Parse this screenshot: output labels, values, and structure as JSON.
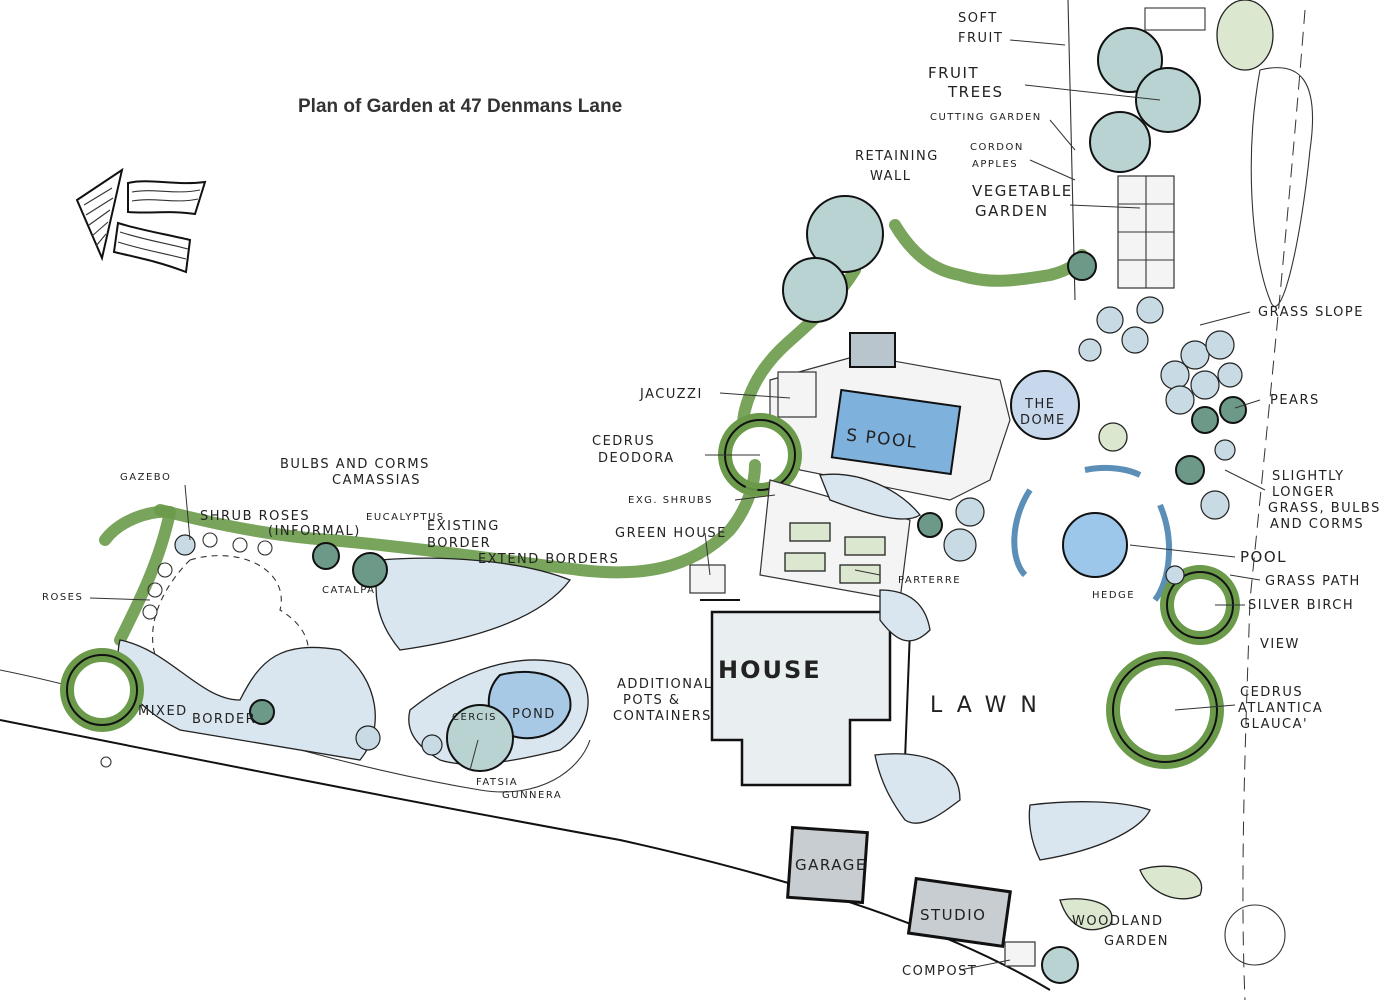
{
  "title": "Plan of Garden at 47 Denmans Lane",
  "labels": {
    "soft_fruit_1": "SOFT",
    "soft_fruit_2": "FRUIT",
    "fruit_trees_1": "FRUIT",
    "fruit_trees_2": "TREES",
    "cutting_garden": "CUTTING GARDEN",
    "cordon_apples_1": "CORDON",
    "cordon_apples_2": "APPLES",
    "retaining_wall_1": "RETAINING",
    "retaining_wall_2": "WALL",
    "vegetable_garden_1": "VEGETABLE",
    "vegetable_garden_2": "GARDEN",
    "grass_slope": "GRASS SLOPE",
    "pears": "PEARS",
    "longer_grass_1": "SLIGHTLY",
    "longer_grass_2": "LONGER",
    "longer_grass_3": "GRASS, BULBS",
    "longer_grass_4": "AND CORMS",
    "pool_right": "POOL",
    "grass_path": "GRASS PATH",
    "hedge": "HEDGE",
    "silver_birch": "SILVER BIRCH",
    "view": "VIEW",
    "jacuzzi": "JACUZZI",
    "the_dome_1": "THE",
    "the_dome_2": "DOME",
    "s_pool": "S POOL",
    "cedrus_deodora_1": "CEDRUS",
    "cedrus_deodora_2": "DEODORA",
    "exg_shrubs": "EXG. SHRUBS",
    "green_house": "GREEN HOUSE",
    "parterre": "PARTERRE",
    "bulbs_corms_1": "BULBS AND CORMS",
    "bulbs_corms_2": "CAMASSIAS",
    "gazebo": "GAZEBO",
    "shrub_roses_1": "SHRUB ROSES",
    "shrub_roses_2": "(INFORMAL)",
    "eucalyptus": "EUCALYPTUS",
    "existing_border_1": "EXISTING",
    "existing_border_2": "BORDER",
    "extend_borders": "EXTEND BORDERS",
    "catalpa": "CATALPA",
    "roses": "ROSES",
    "mixed_border_1": "MIXED",
    "mixed_border_2": "BORDER",
    "cercis": "CERCIS",
    "pond": "POND",
    "fatsia": "FATSIA",
    "gunnera": "GUNNERA",
    "additional_pots_1": "ADDITIONAL",
    "additional_pots_2": "POTS &",
    "additional_pots_3": "CONTAINERS",
    "house": "HOUSE",
    "lawn": "LAWN",
    "cedrus_atlantica_1": "CEDRUS",
    "cedrus_atlantica_2": "ATLANTICA",
    "cedrus_atlantica_3": "GLAUCA'",
    "garage": "GARAGE",
    "studio": "STUDIO",
    "compost": "COMPOST",
    "woodland_garden_1": "WOODLAND",
    "woodland_garden_2": "GARDEN"
  },
  "colors": {
    "hedge_green": "#6a9a4a",
    "water_blue": "#7fb1dd",
    "tree_blue_green": "#b9d3d3",
    "bed_blue": "#d9e6ef"
  },
  "icons": {
    "north_arrow": "north-arrow-icon"
  }
}
